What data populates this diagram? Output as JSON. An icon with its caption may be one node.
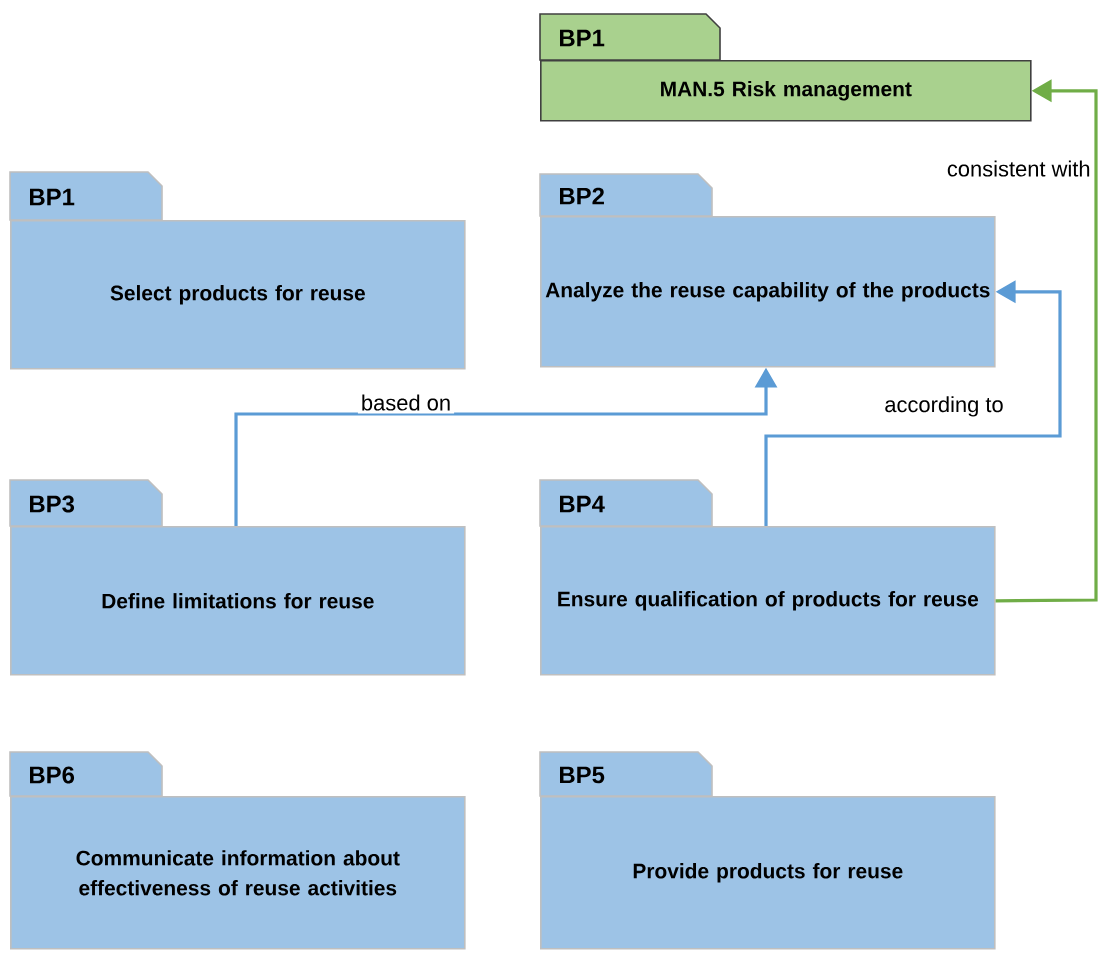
{
  "diagram": {
    "nodes": [
      {
        "text": [
          "BP1",
          "MAN.5 Risk management"
        ]
      },
      {
        "text": [
          "BP1",
          "Select products for reuse"
        ]
      },
      {
        "text": [
          "BP2",
          "Analyze the reuse capability of the products"
        ]
      },
      {
        "text": [
          "BP3",
          "Define limitations for reuse"
        ]
      },
      {
        "text": [
          "BP4",
          "Ensure qualification of products for reuse"
        ]
      },
      {
        "text": [
          "BP6",
          "Communicate information about effectiveness of reuse activities"
        ]
      },
      {
        "text": [
          "BP5",
          "Provide products for reuse"
        ]
      }
    ],
    "edges": [
      {
        "from": 3,
        "to": 2,
        "arrow": "to",
        "label": "based on"
      },
      {
        "from": 4,
        "to": 2,
        "arrow": "to",
        "label": "according to"
      },
      {
        "from": 4,
        "to": 0,
        "arrow": "to",
        "label": "consistent with",
        "color": "#70ad47"
      }
    ]
  }
}
